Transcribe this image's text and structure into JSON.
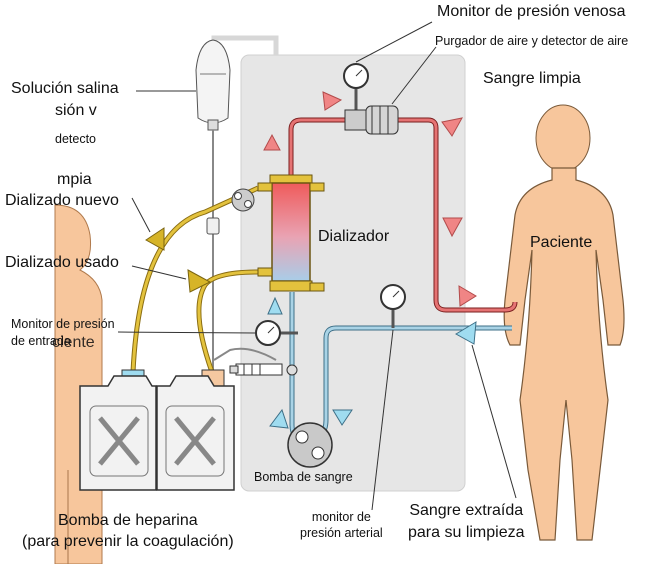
{
  "labels": {
    "venous_monitor": "Monitor de presión venosa",
    "air_trap": "Purgador de aire y detector de aire",
    "clean_blood": "Sangre limpia",
    "saline_solution": "Solución salina",
    "saline_fragment": "sión v",
    "detector_fragment": "detecto",
    "clean_fragment": "mpia",
    "fresh_dialysate": "Dializado nuevo",
    "used_dialysate": "Dializado usado",
    "dialyzer": "Dializador",
    "patient": "Paciente",
    "inflow_monitor": "Monitor de presión\nde entrada",
    "overlap_fragment": "ciente",
    "blood_pump": "Bomba de sangre",
    "heparin_pump": "Bomba de heparina\n(para prevenir la coagulación)",
    "arterial_monitor": "monitor de\npresión arterial",
    "extracted_blood": "Sangre extraída\npara su limpieza"
  },
  "colors": {
    "machine_panel": "#e6e6e6",
    "clean_blood_line": "#d9544f",
    "dirty_blood_line": "#8ab8cf",
    "dialysate_fresh": "#e3c23d",
    "dialysate_used": "#c9a63a",
    "skin": "#f7c69c",
    "arrow_red": "#f08585",
    "arrow_blue": "#9fdcf0",
    "arrow_gold": "#d6b428"
  },
  "icons": {
    "gauges": [
      "gauge-icon",
      "gauge-icon",
      "gauge-icon"
    ],
    "canisters": [
      "canister-icon",
      "canister-icon"
    ]
  }
}
